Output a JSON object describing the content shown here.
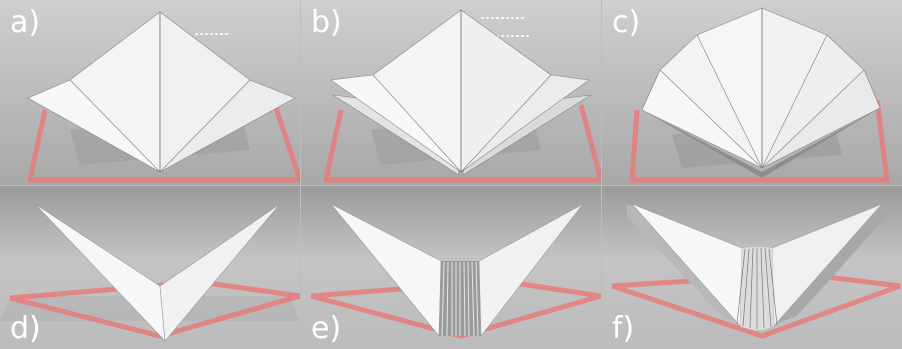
{
  "panels": [
    {
      "label": "a)"
    },
    {
      "label": "b)"
    },
    {
      "label": "c)"
    },
    {
      "label": "d)"
    },
    {
      "label": "e)"
    },
    {
      "label": "f)"
    }
  ],
  "colors": {
    "floor_light": "#c9c9c9",
    "floor_dark": "#a9a9a9",
    "outline": "#e87a7a",
    "paper": "#f7f7f7",
    "paper_shade": "#dcdcdc",
    "crease": "#7a7a7a",
    "shadow": "#9a9a9a"
  }
}
